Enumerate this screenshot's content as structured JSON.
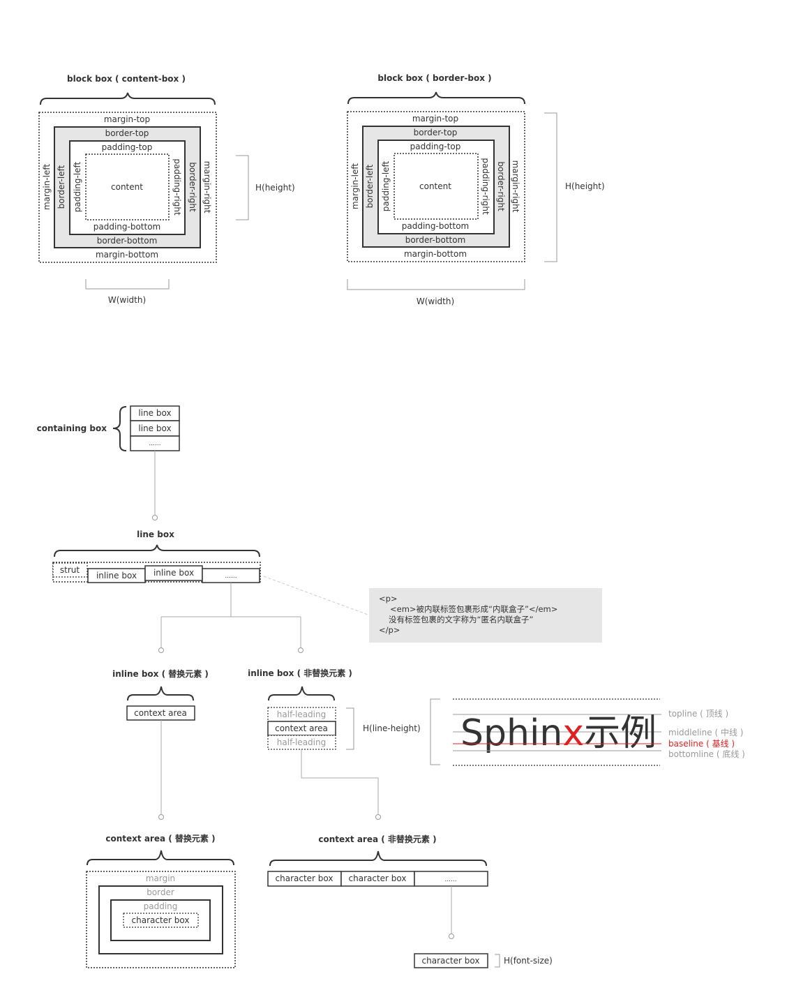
{
  "box_model": {
    "content_box": {
      "title": "block box ( content-box )",
      "margin_top": "margin-top",
      "border_top": "border-top",
      "padding_top": "padding-top",
      "content": "content",
      "padding_bottom": "padding-bottom",
      "border_bottom": "border-bottom",
      "margin_bottom": "margin-bottom",
      "margin_left": "margin-left",
      "border_left": "border-left",
      "padding_left": "padding-left",
      "padding_right": "padding-right",
      "border_right": "border-right",
      "margin_right": "margin-right",
      "height_label": "H(height)",
      "width_label": "W(width)"
    },
    "border_box": {
      "title": "block box ( border-box )",
      "margin_top": "margin-top",
      "border_top": "border-top",
      "padding_top": "padding-top",
      "content": "content",
      "padding_bottom": "padding-bottom",
      "border_bottom": "border-bottom",
      "margin_bottom": "margin-bottom",
      "margin_left": "margin-left",
      "border_left": "border-left",
      "padding_left": "padding-left",
      "padding_right": "padding-right",
      "border_right": "border-right",
      "margin_right": "margin-right",
      "height_label": "H(height)",
      "width_label": "W(width)"
    }
  },
  "containing_box": {
    "label": "containing box",
    "line_box_1": "line box",
    "line_box_2": "line box",
    "ellipsis": "......"
  },
  "line_box": {
    "title": "line box",
    "strut": "strut",
    "inline_box_1": "inline box",
    "inline_box_2": "inline box",
    "ellipsis": "......"
  },
  "code_note": {
    "line1": "<p>",
    "line2": "<em>被内联标签包裹形成“内联盒子”</em>",
    "line3": "没有标签包裹的文字称为“匿名内联盒子”",
    "line4": "</p>"
  },
  "inline_replaced": {
    "title": "inline box ( 替换元素 )",
    "context_area": "context area"
  },
  "inline_nonreplaced": {
    "title": "inline box ( 非替换元素 )",
    "half_leading_top": "half-leading",
    "context_area": "context area",
    "half_leading_bottom": "half-leading",
    "height_label": "H(line-height)"
  },
  "baseline_demo": {
    "sample_prefix": "Sphin",
    "sample_x": "x",
    "sample_suffix": "示例",
    "topline": "topline ( 顶线 )",
    "middleline": "middleline ( 中线 )",
    "baseline": "baseline ( 基线 )",
    "bottomline": "bottomline ( 底线 )",
    "baseline_color": "#e02020",
    "line_color": "#999999"
  },
  "context_area_replaced": {
    "title": "context area ( 替换元素 )",
    "margin": "margin",
    "border": "border",
    "padding": "padding",
    "character_box": "character box"
  },
  "context_area_nonreplaced": {
    "title": "context area ( 非替换元素 )",
    "character_box_1": "character box",
    "character_box_2": "character box",
    "ellipsis": "......",
    "character_box_single": "character box",
    "height_label": "H(font-size)"
  }
}
